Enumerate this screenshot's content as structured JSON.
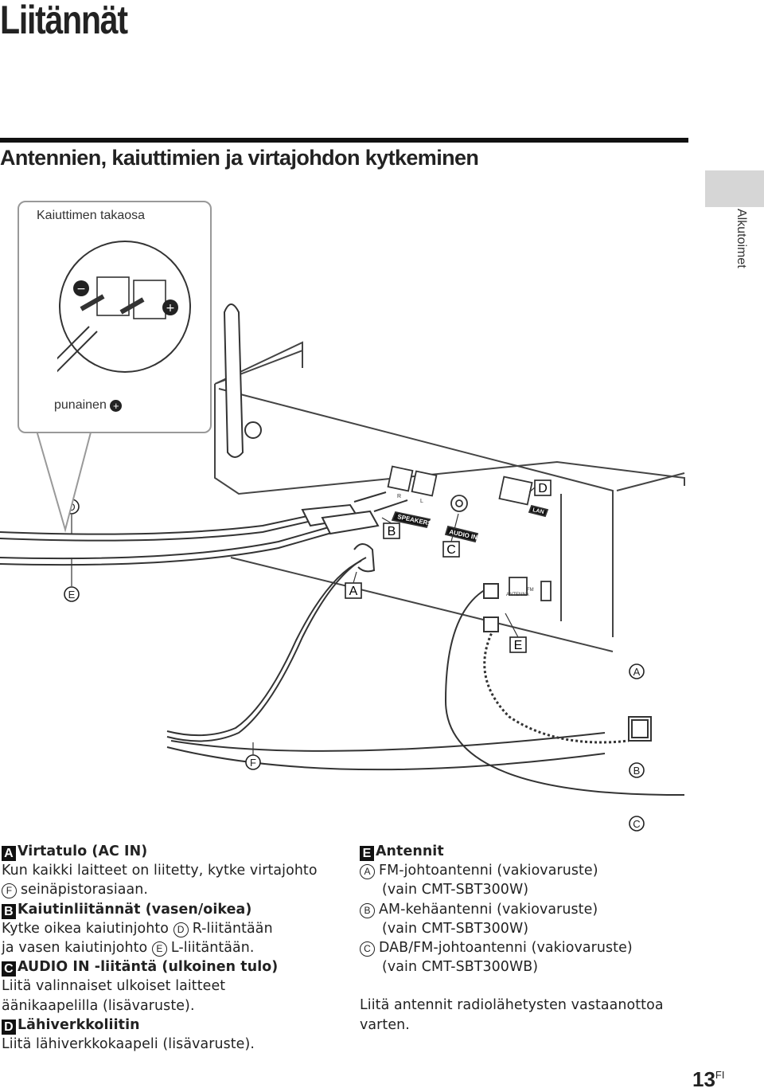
{
  "page": {
    "title": "Liitännät",
    "subtitle": "Antennien, kaiuttimien ja virtajohdon kytkeminen",
    "side_tab": "Alkutoimet",
    "page_number": "13",
    "page_suffix": "FI"
  },
  "diagram": {
    "callout_title": "Kaiuttimen takaosa",
    "callout_caption": "punainen",
    "plus_symbol": "+",
    "minus_symbol": "−",
    "labels": {
      "A": "A",
      "B": "B",
      "C": "C",
      "D": "D",
      "E": "E",
      "circ_A": "A",
      "circ_B": "B",
      "circ_C": "C",
      "circ_D": "D",
      "circ_E": "E",
      "circ_F": "F"
    },
    "panel_texts": {
      "speakers": "SPEAKERS",
      "audio_in": "AUDIO IN",
      "lan": "LAN",
      "antenna": "ANTENNA",
      "fm": "FM",
      "r": "R",
      "l": "L"
    }
  },
  "left_column": [
    {
      "letter": "A",
      "heading": "Virtatulo (AC IN)",
      "lines": [
        "Kun kaikki laitteet on liitetty, kytke virtajohto",
        "seinäpistorasiaan."
      ],
      "circ": "F"
    },
    {
      "letter": "B",
      "heading": "Kaiutinliitännät (vasen/oikea)",
      "lines": [
        "Kytke oikea kaiutinjohto",
        "R-liitäntään",
        "ja vasen kaiutinjohto",
        "L-liitäntään."
      ],
      "circ1": "D",
      "circ2": "E"
    },
    {
      "letter": "C",
      "heading": "AUDIO IN -liitäntä (ulkoinen tulo)",
      "lines": [
        "Liitä valinnaiset ulkoiset laitteet",
        "äänikaapelilla (lisävaruste)."
      ]
    },
    {
      "letter": "D",
      "heading": "Lähiverkkoliitin",
      "lines": [
        "Liitä lähiverkkokaapeli (lisävaruste)."
      ]
    }
  ],
  "right_column": {
    "letter": "E",
    "heading": "Antennit",
    "items": [
      {
        "circ": "A",
        "line1": "FM-johtoantenni (vakiovaruste)",
        "line2": "(vain CMT-SBT300W)"
      },
      {
        "circ": "B",
        "line1": "AM-kehäantenni (vakiovaruste)",
        "line2": "(vain CMT-SBT300W)"
      },
      {
        "circ": "C",
        "line1": "DAB/FM-johtoantenni (vakiovaruste)",
        "line2": "(vain CMT-SBT300WB)"
      }
    ],
    "note": [
      "Liitä antennit radiolähetysten vastaanottoa",
      "varten."
    ]
  }
}
